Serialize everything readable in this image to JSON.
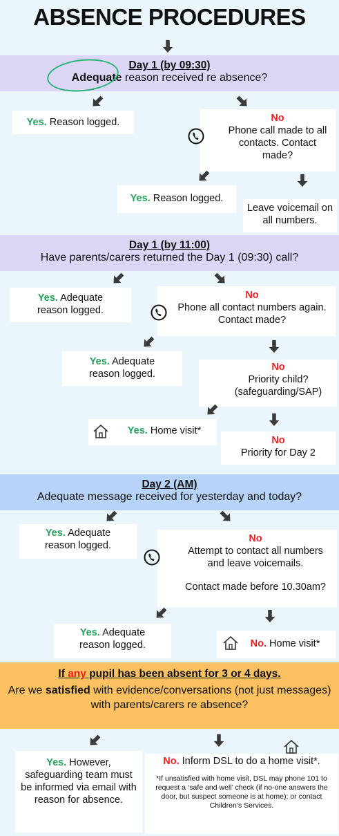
{
  "title": "ABSENCE PROCEDURES",
  "day1a": {
    "heading": "Day 1 (by 09:30)",
    "question_bold": "Adequate",
    "question_rest": " reason received re absence?",
    "yes1": {
      "label": "Yes.",
      "text": " Reason logged."
    },
    "no1": {
      "label": "No",
      "text": "Phone call made to all contacts.  Contact made?"
    },
    "yes2": {
      "label": "Yes.",
      "text": " Reason logged."
    },
    "voicemail": "Leave voicemail on all numbers."
  },
  "day1b": {
    "heading": "Day 1 (by 11:00)",
    "question": "Have parents/carers returned the Day 1 (09:30) call?",
    "yes1": {
      "label": "Yes.",
      "text": " Adequate reason logged."
    },
    "no1": {
      "label": "No",
      "text": "Phone all contact numbers again. Contact made?"
    },
    "yes2": {
      "label": "Yes.",
      "text": " Adequate reason logged."
    },
    "no2": {
      "label": "No",
      "text": "Priority child? (safeguarding/SAP)"
    },
    "yes3": {
      "label": "Yes.",
      "text": " Home visit*"
    },
    "no3": {
      "label": "No",
      "text": "Priority for Day 2"
    }
  },
  "day2": {
    "heading": "Day 2 (AM)",
    "question": "Adequate message received for yesterday and today?",
    "yes1": {
      "label": "Yes.",
      "text": " Adequate reason logged."
    },
    "no1": {
      "label": "No",
      "text": "Attempt to contact all numbers and leave voicemails."
    },
    "contact_q": "Contact made before 10.30am?",
    "yes2": {
      "label": "Yes.",
      "text": " Adequate reason logged."
    },
    "no2": {
      "label": "No.",
      "text": " Home visit*"
    }
  },
  "final": {
    "heading_pre": "If ",
    "heading_any": "any",
    "heading_post": " pupil has been absent for 3 or 4 days.",
    "q_pre": "Are we ",
    "q_bold": "satisfied",
    "q_post": " with evidence/conversations (not just messages) with parents/carers re absence?",
    "yes": {
      "label": "Yes.",
      "text": " However, safeguarding team must be informed via email with reason for absence."
    },
    "no": {
      "label": "No.",
      "text": " Inform DSL to do a home visit*."
    },
    "footnote": "*If unsatisfied with home visit, DSL may phone 101 to request a ‘safe and well’ check (if no-one answers the door, but suspect someone is at home); or contact Children’s Services."
  },
  "colors": {
    "yes": "#22a35a",
    "no": "#f02020",
    "band_purple": "#dcd5f5",
    "band_blue": "#b7d3f7",
    "band_orange": "#fbc060"
  },
  "icons": [
    "arrow-down-icon",
    "arrow-down-left-icon",
    "arrow-down-right-icon",
    "phone-icon",
    "house-icon"
  ]
}
